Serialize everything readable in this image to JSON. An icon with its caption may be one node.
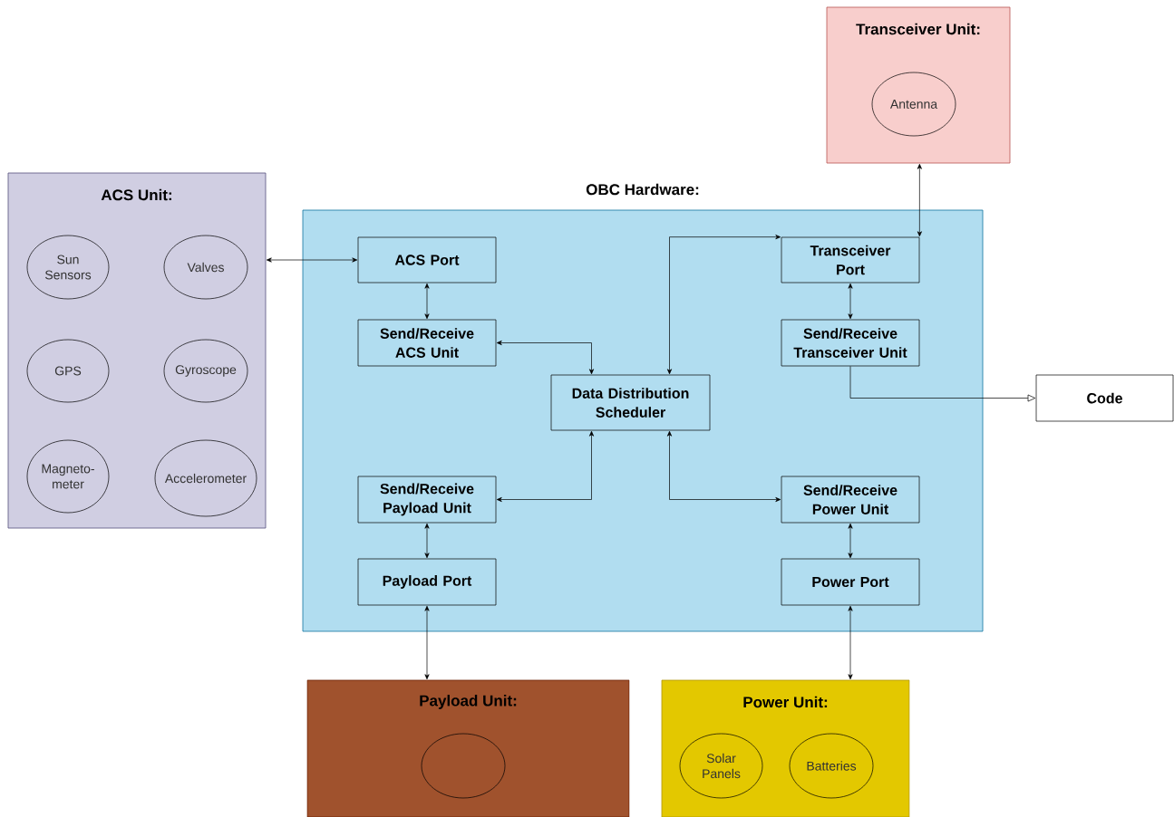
{
  "diagram": {
    "nodes": [
      {
        "text": [
          "ACS Unit:"
        ]
      },
      {
        "text": [
          "Sun Sensors"
        ],
        "in": 0
      },
      {
        "text": [
          "Valves"
        ],
        "in": 0
      },
      {
        "text": [
          "GPS"
        ],
        "in": 0
      },
      {
        "text": [
          "Gyroscope"
        ],
        "in": 0
      },
      {
        "text": [
          "Magneto- meter"
        ],
        "in": 0
      },
      {
        "text": [
          "Accelerometer"
        ],
        "in": 0
      },
      {
        "text": [
          "Transceiver Unit:"
        ]
      },
      {
        "text": [
          "Antenna"
        ],
        "in": 7
      },
      {
        "text": [
          "OBC Hardware:"
        ]
      },
      {
        "text": [
          "ACS Port"
        ],
        "in": 9
      },
      {
        "text": [
          "Send/Receive ACS Unit"
        ],
        "in": 9
      },
      {
        "text": [
          "Transceiver Port"
        ],
        "in": 9
      },
      {
        "text": [
          "Send/Receive Transceiver Unit"
        ],
        "in": 9
      },
      {
        "text": [
          "Data Distribution Scheduler"
        ],
        "in": 9
      },
      {
        "text": [
          "Send/Receive Payload Unit"
        ],
        "in": 9
      },
      {
        "text": [
          "Send/Receive Power Unit"
        ],
        "in": 9
      },
      {
        "text": [
          "Payload Port"
        ],
        "in": 9
      },
      {
        "text": [
          "Power Port"
        ],
        "in": 9
      },
      {
        "text": [
          "Code"
        ]
      },
      {
        "text": [
          "Payload Unit:"
        ]
      },
      {
        "text": [],
        "shape": "circle",
        "in": 20
      },
      {
        "text": [
          "Power Unit:"
        ]
      },
      {
        "text": [
          "Solar Panels"
        ],
        "in": 22
      },
      {
        "text": [
          "Batteries"
        ],
        "in": 22
      }
    ],
    "edges": [
      {
        "from": 0,
        "to": 10,
        "arrow": "both"
      },
      {
        "from": 10,
        "to": 11,
        "arrow": "both"
      },
      {
        "from": 11,
        "to": 14,
        "arrow": "both"
      },
      {
        "from": 14,
        "to": 12,
        "arrow": "both"
      },
      {
        "from": 7,
        "to": 12,
        "arrow": "both"
      },
      {
        "from": 12,
        "to": 13,
        "arrow": "both"
      },
      {
        "from": 13,
        "to": 19,
        "arrow": "to"
      },
      {
        "from": 15,
        "to": 14,
        "arrow": "both"
      },
      {
        "from": 14,
        "to": 16,
        "arrow": "both"
      },
      {
        "from": 15,
        "to": 17,
        "arrow": "both"
      },
      {
        "from": 16,
        "to": 18,
        "arrow": "both"
      },
      {
        "from": 17,
        "to": 20,
        "arrow": "both"
      },
      {
        "from": 18,
        "to": 22,
        "arrow": "both"
      }
    ]
  }
}
